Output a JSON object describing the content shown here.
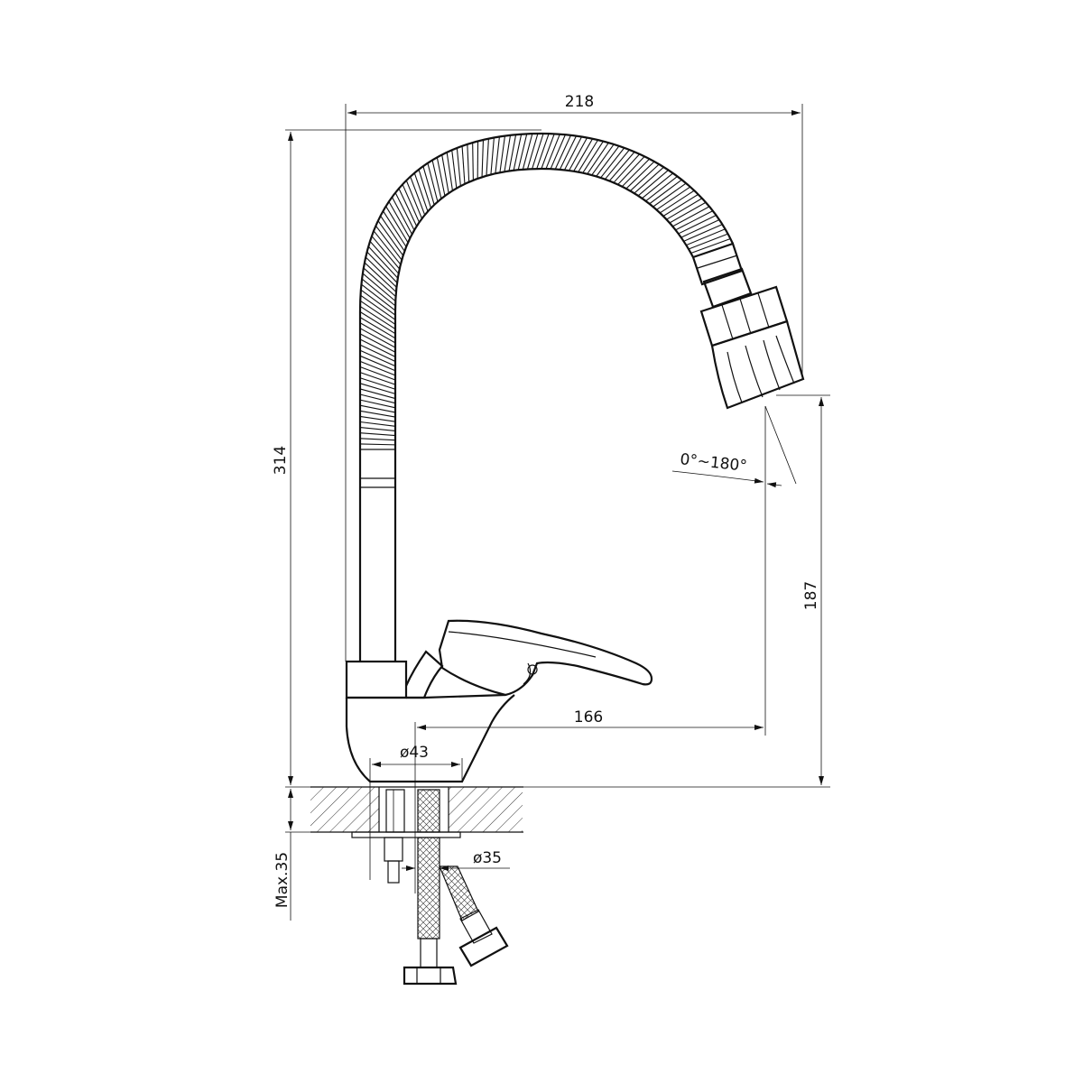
{
  "dimensions": {
    "overall_width": "218",
    "overall_height": "314",
    "spout_height": "187",
    "spout_reach": "166",
    "base_diameter": "ø43",
    "hole_diameter": "ø35",
    "max_counter_thickness": "Max.35",
    "rotation_angle": "0°~180°"
  }
}
